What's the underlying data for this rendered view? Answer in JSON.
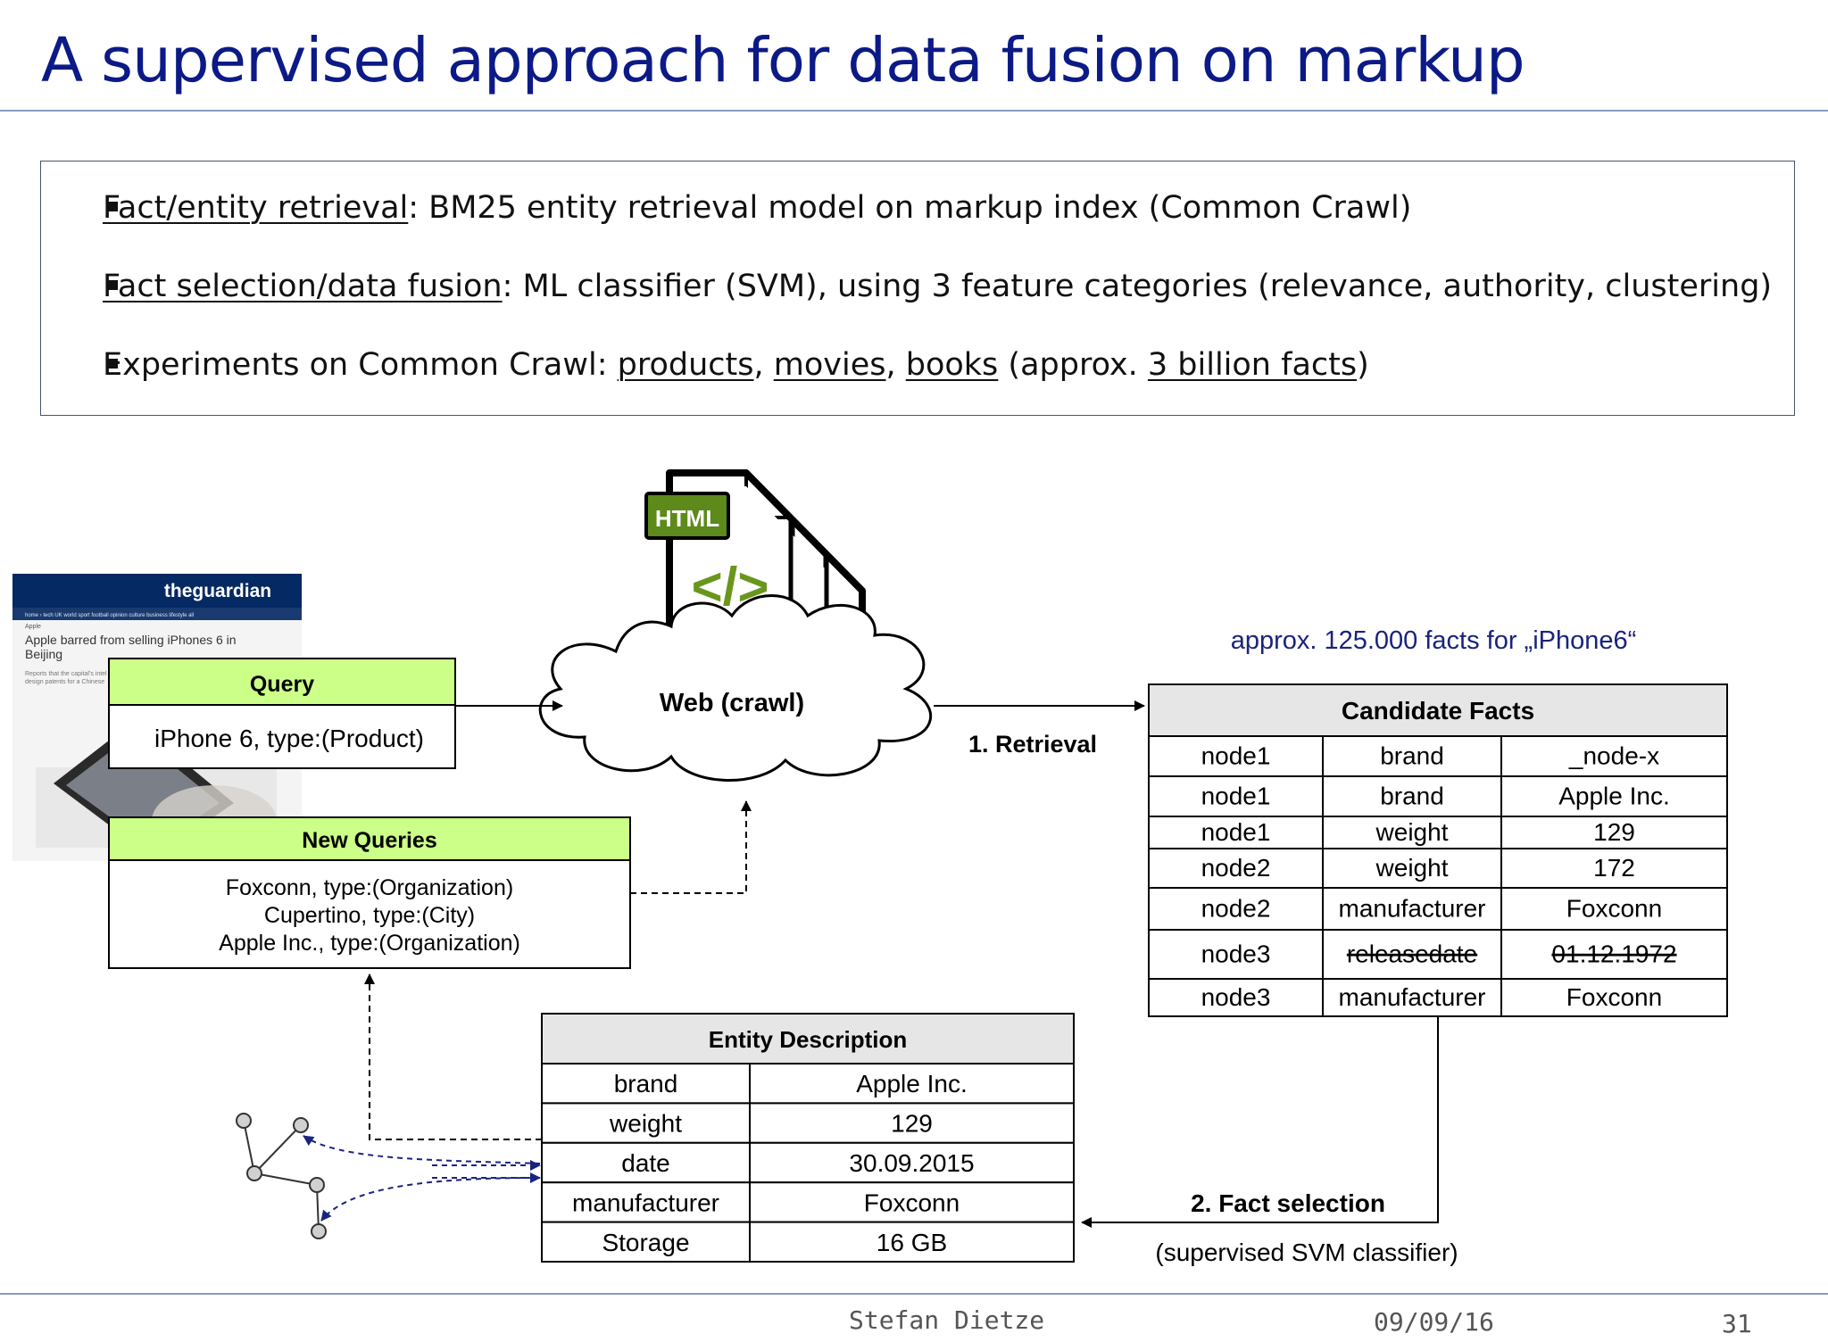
{
  "slide": {
    "title": "A supervised approach for data fusion on markup",
    "bullets": [
      {
        "term": "Fact/entity retrieval",
        "text": ": BM25 entity retrieval model on markup index (Common Crawl)"
      },
      {
        "term": "Fact selection/data fusion",
        "text": ": ML classifier (SVM), using 3 feature categories (relevance, authority, clustering)"
      },
      {
        "prefix": "Experiments on Common Crawl: ",
        "links": [
          "products",
          "movies",
          "books"
        ],
        "paren_open": " (approx. ",
        "link_last": "3 billion facts",
        "paren_close": ")"
      }
    ]
  },
  "diagram": {
    "html_icon_label": "HTML",
    "html_icon_glyph": "</>",
    "guardian": {
      "logo": "theguardian",
      "nav": "home › tech   UK   world   sport   football   opinion   culture   business   lifestyle   all",
      "kicker": "Apple",
      "headline_line1": "Apple barred from selling iPhones 6 in",
      "headline_line2": "Beijing",
      "snippet_line1": "Reports that the capital's intel",
      "snippet_line2": "design patents for a Chinese"
    },
    "query": {
      "header": "Query",
      "value": "iPhone 6, type:(Product)"
    },
    "cloud_label": "Web (crawl)",
    "retrieval_label": "1. Retrieval",
    "facts_note": "approx. 125.000 facts for „iPhone6“",
    "candidate_facts": {
      "header": "Candidate Facts",
      "rows": [
        [
          "node1",
          "brand",
          "_node-x"
        ],
        [
          "node1",
          "brand",
          "Apple Inc."
        ],
        [
          "node1",
          "weight",
          "129"
        ],
        [
          "node2",
          "weight",
          "172"
        ],
        [
          "node2",
          "manufacturer",
          "Foxconn"
        ],
        [
          "node3",
          "releasedate",
          "01.12.1972"
        ],
        [
          "node3",
          "manufacturer",
          "Foxconn"
        ]
      ]
    },
    "new_queries": {
      "header": "New Queries",
      "lines": [
        "Foxconn, type:(Organization)",
        "Cupertino, type:(City)",
        "Apple Inc., type:(Organization)"
      ]
    },
    "entity_description": {
      "header": "Entity Description",
      "rows": [
        [
          "brand",
          "Apple Inc."
        ],
        [
          "weight",
          "129"
        ],
        [
          "date",
          "30.09.2015"
        ],
        [
          "manufacturer",
          "Foxconn"
        ],
        [
          "Storage",
          "16 GB"
        ]
      ]
    },
    "fact_selection_label": "2. Fact selection",
    "fact_selection_sub": "(supervised SVM classifier)",
    "colors": {
      "query_header": "#ccff88",
      "table_header": "#e6e6e6",
      "title": "#0c1a87",
      "note": "#1a237e",
      "guardian": "#052962"
    }
  },
  "footer": {
    "author": "Stefan Dietze",
    "date": "09/09/16",
    "page": "31"
  }
}
